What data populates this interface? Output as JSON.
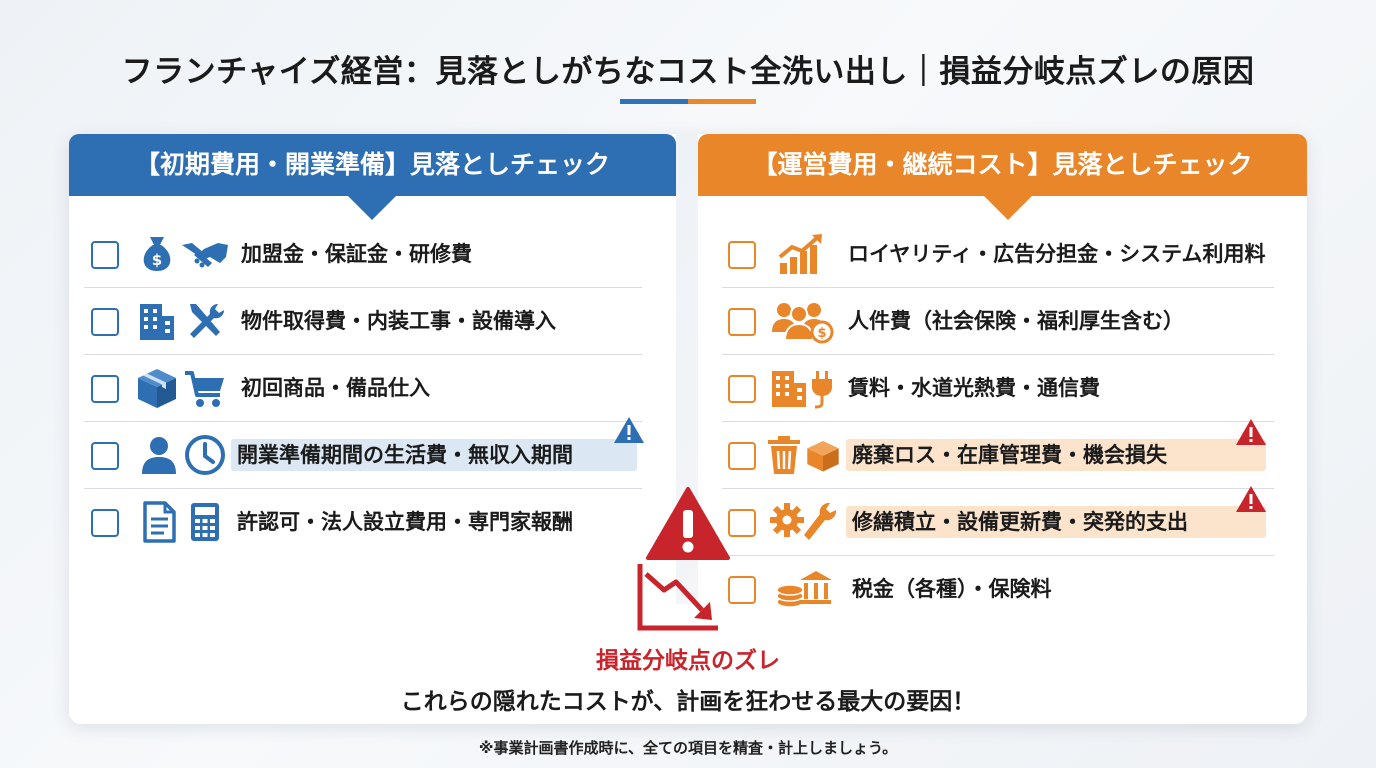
{
  "title": "フランチャイズ経営：見落としがちなコスト全洗い出し｜損益分岐点ズレの原因",
  "colors": {
    "blue": "#2e6fb3",
    "orange": "#e9862a",
    "red": "#c8242b"
  },
  "left_panel": {
    "header": "【初期費用・開業準備】見落としチェック",
    "items": [
      {
        "label": "加盟金・保証金・研修費",
        "icons": [
          "money-bag-icon",
          "handshake-icon"
        ],
        "highlighted": false,
        "warning": false
      },
      {
        "label": "物件取得費・内装工事・設備導入",
        "icons": [
          "building-icon",
          "tools-icon"
        ],
        "highlighted": false,
        "warning": false
      },
      {
        "label": "初回商品・備品仕入",
        "icons": [
          "box-icon",
          "cart-icon"
        ],
        "highlighted": false,
        "warning": false
      },
      {
        "label": "開業準備期間の生活費・無収入期間",
        "icons": [
          "person-icon",
          "clock-icon"
        ],
        "highlighted": true,
        "warning": true
      },
      {
        "label": "許認可・法人設立費用・専門家報酬",
        "icons": [
          "document-icon",
          "calculator-icon"
        ],
        "highlighted": false,
        "warning": false
      }
    ]
  },
  "right_panel": {
    "header": "【運営費用・継続コスト】見落としチェック",
    "items": [
      {
        "label": "ロイヤリティ・広告分担金・システム利用料",
        "icons": [
          "growth-chart-icon"
        ],
        "highlighted": false,
        "warning": false
      },
      {
        "label": "人件費（社会保険・福利厚生含む）",
        "icons": [
          "people-cost-icon"
        ],
        "highlighted": false,
        "warning": false
      },
      {
        "label": "賃料・水道光熱費・通信費",
        "icons": [
          "building-icon",
          "plug-icon"
        ],
        "highlighted": false,
        "warning": false
      },
      {
        "label": "廃棄ロス・在庫管理費・機会損失",
        "icons": [
          "trash-icon",
          "box-icon"
        ],
        "highlighted": true,
        "warning": true
      },
      {
        "label": "修繕積立・設備更新費・突発的支出",
        "icons": [
          "gear-wrench-icon"
        ],
        "highlighted": true,
        "warning": true
      },
      {
        "label": "税金（各種）・保険料",
        "icons": [
          "coins-bank-icon"
        ],
        "highlighted": false,
        "warning": false
      }
    ]
  },
  "center": {
    "icons": [
      "warning-icon",
      "downtrend-icon"
    ],
    "caption": "損益分岐点のズレ"
  },
  "bottom_message": "これらの隠れたコストが、計画を狂わせる最大の要因！",
  "footnote": "※事業計画書作成時に、全ての項目を精査・計上しましょう。"
}
